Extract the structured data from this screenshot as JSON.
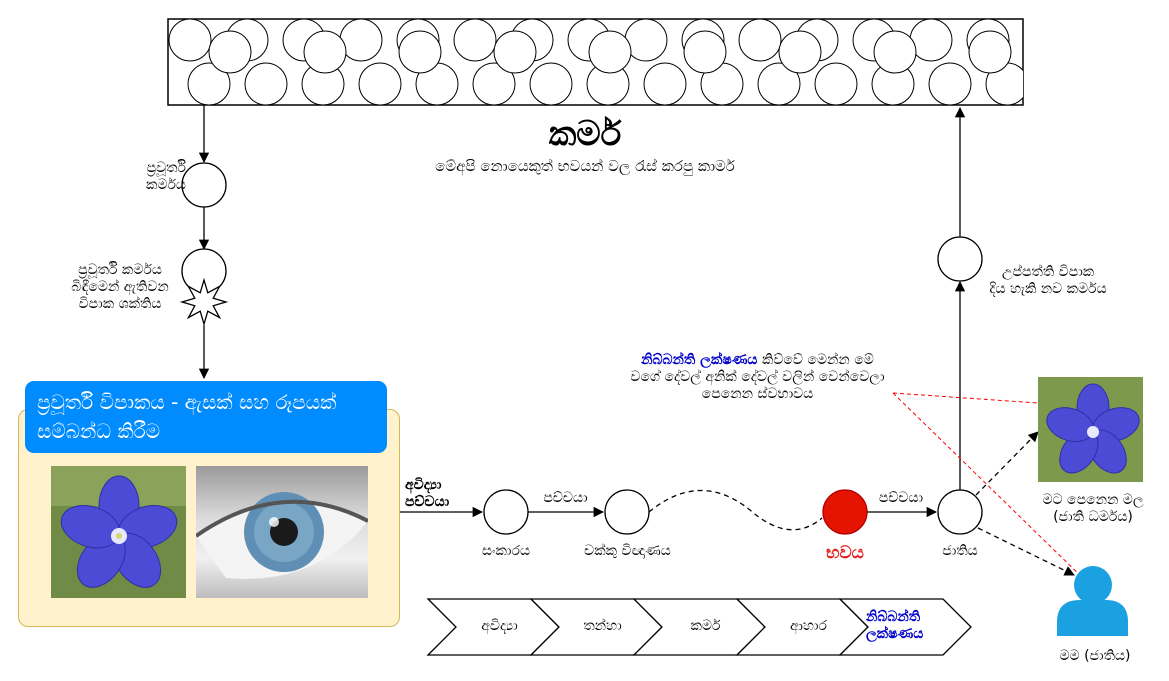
{
  "karma": {
    "title": "කර්ම",
    "subtitle": "මේඅපි නොයෙකුත් භවයන් වල රැස් කරපු කාර්ම"
  },
  "left_labels": {
    "pravurthi_karmaya": "ප්‍රවූර්ති\nකර්මය",
    "pravurthi_break": "ප්‍රවූර්ති කර්මය\nබිඳීමෙන් ඇතිවන\nවිපාක ශක්තිය"
  },
  "panel": {
    "title": "ප්‍රවූර්ති විපාකය - ඇසක් සහ රූපයක් සම්බන්ධ කිරීම"
  },
  "chain": {
    "avidya_label": "අවිද්‍යා\nපච්චයා",
    "paccaya_1": "පච්චයා",
    "paccaya_2": "පච්චයා",
    "samkara": "සංකාරය",
    "chakku": "චක්කු විඥාණය",
    "bhavaya": "භවය",
    "jathiya": "ජාතිය"
  },
  "right_labels": {
    "uppatthi": "උප්පත්ති විපාක\nදිය හැකි නව කර්මය",
    "flower_caption": "මට පෙනෙන මල\n(ජාති ධර්මය)",
    "person_caption": "මම (ජාතිය)"
  },
  "nibbanthi": {
    "term": "නිබ්බන්ති ලක්ෂණය",
    "rest_line1": " කිව්වේ මෙන්න මේ",
    "line2": "වගේ දේවල් අනික් දේවල් වලින් වෙන්වෙලා",
    "line3": "පෙනෙන ස්වභාවය"
  },
  "process": {
    "steps": [
      "අවිද්‍යා",
      "තන්හා",
      "කර්ම",
      "ආහාර",
      "නිබ්බන්ති\nලක්ෂණය"
    ]
  },
  "colors": {
    "accent_blue": "#008cff",
    "red_node": "#e51400",
    "panel_fill": "#fff2cc",
    "person_blue": "#1ba1e2"
  }
}
